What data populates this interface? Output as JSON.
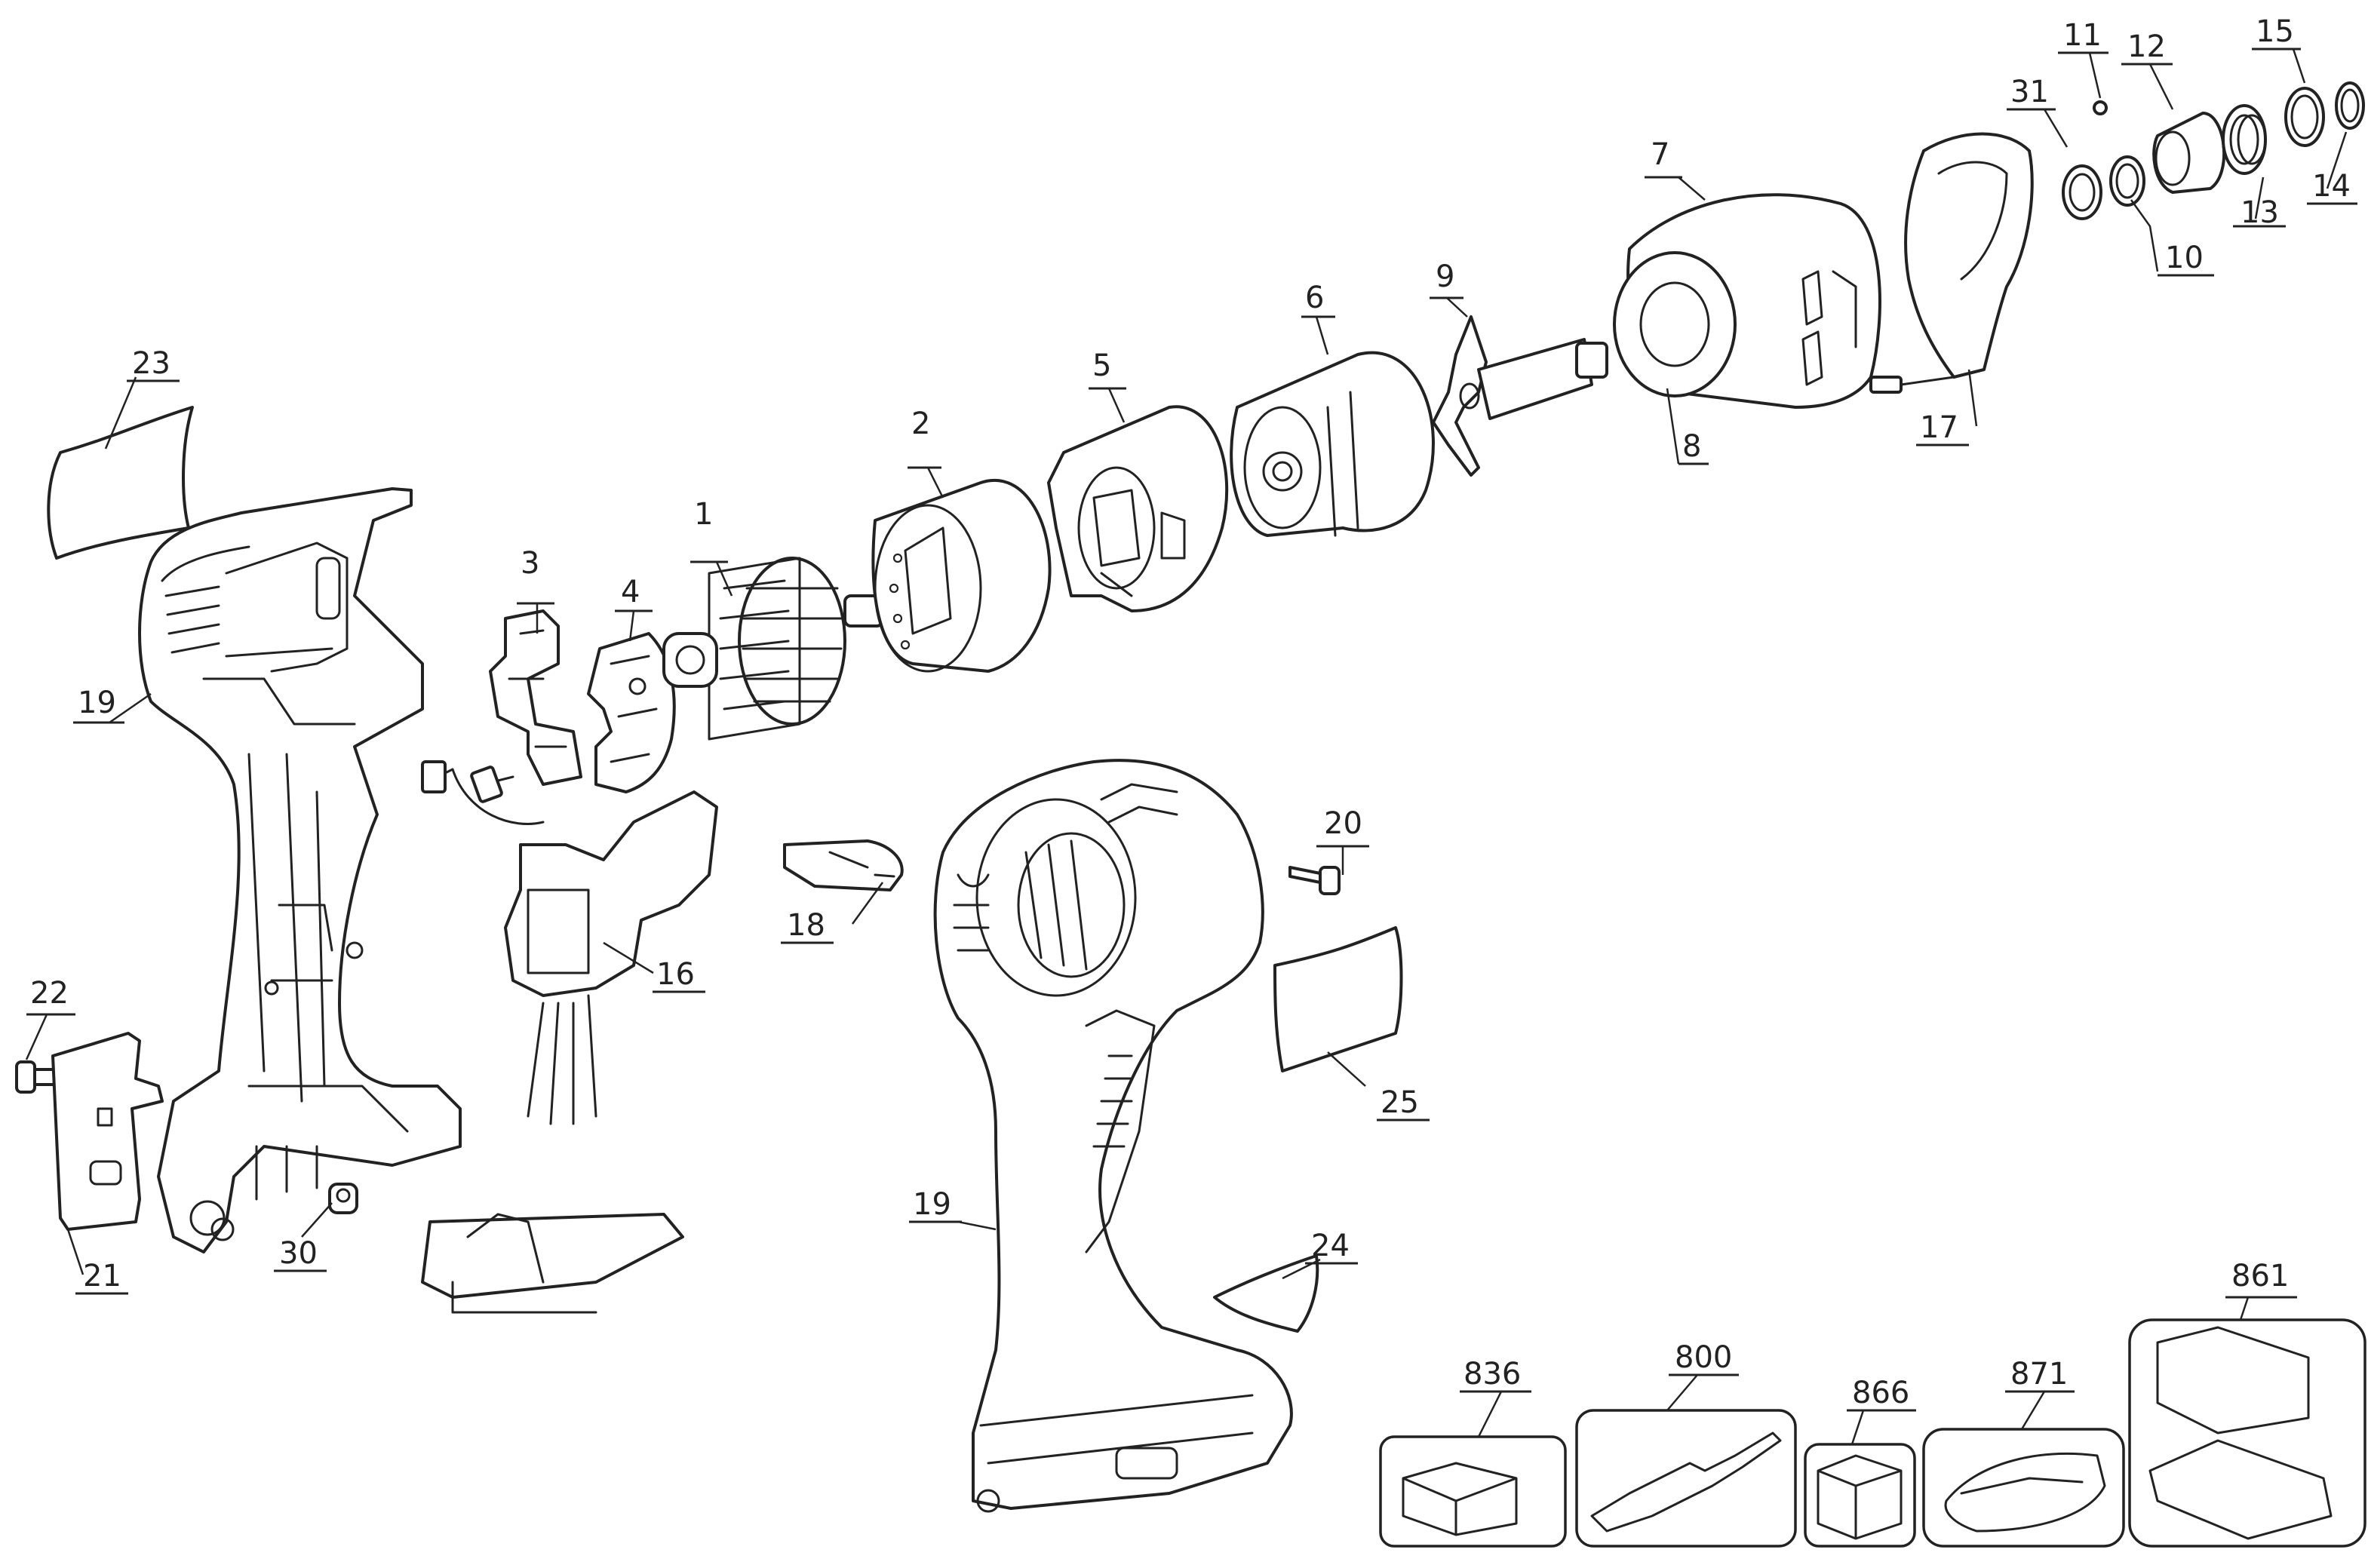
{
  "diagram": {
    "part_labels": [
      "1",
      "2",
      "3",
      "4",
      "5",
      "6",
      "7",
      "8",
      "9",
      "10",
      "11",
      "12",
      "13",
      "14",
      "15",
      "16",
      "17",
      "18",
      "19",
      "19",
      "20",
      "21",
      "22",
      "23",
      "24",
      "25",
      "30",
      "31"
    ],
    "accessory_labels": [
      "836",
      "800",
      "866",
      "871",
      "861"
    ]
  }
}
